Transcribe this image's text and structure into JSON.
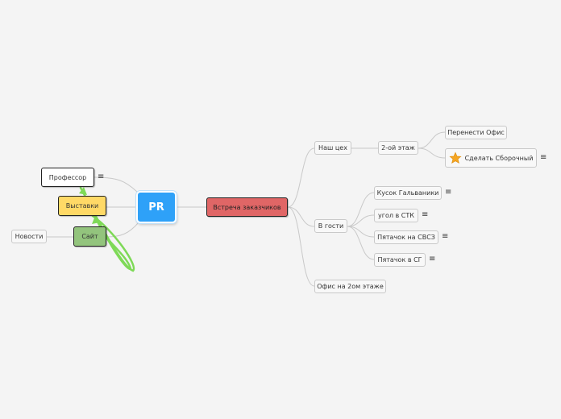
{
  "colors": {
    "central": "#2ea1f8",
    "meeting": "#e06666",
    "exhibitions": "#ffd966",
    "site": "#93c47d",
    "professor": "#ffffff",
    "relation": "#7ed957",
    "connector": "#c9c9c9"
  },
  "map": {
    "central": "PR",
    "left": {
      "professor": "Профессор",
      "exhibitions": "Выставки",
      "site": "Сайт",
      "news": "Новости"
    },
    "right": {
      "meeting": "Встреча заказчиков",
      "our_shop": "Наш цех",
      "second_floor": "2-ой этаж",
      "move_office": "Перенести Офис",
      "make_assembly": "Сделать Сборочный",
      "visiting": "В гости",
      "galvanic": "Кусок Гальваники",
      "stk_corner": "угол в СТК",
      "svsz_spot": "Пятачок на СВСЗ",
      "sg_spot": "Пятачок в СГ",
      "office_2nd": "Офис на 2ом этаже"
    }
  },
  "icons": {
    "note": "≡",
    "star": "star-icon"
  }
}
